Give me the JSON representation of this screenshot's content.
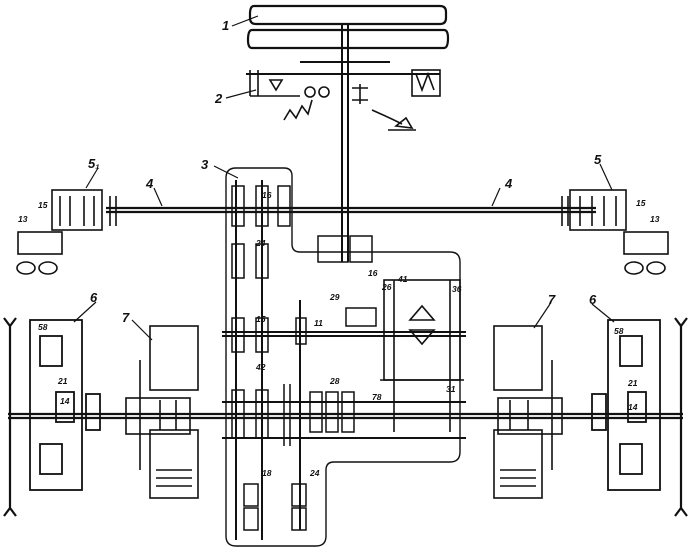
{
  "diagram": {
    "colors": {
      "ink": "#111111",
      "paper": "#ffffff"
    },
    "callouts": [
      "1",
      "2",
      "3",
      "4",
      "4",
      "5₁",
      "5",
      "6",
      "6",
      "7",
      "7"
    ],
    "numbers": [
      "15",
      "13",
      "15",
      "13",
      "16",
      "24",
      "29",
      "16",
      "26",
      "41",
      "36",
      "58",
      "21",
      "14",
      "15",
      "11",
      "42",
      "28",
      "78",
      "31",
      "18",
      "24",
      "58",
      "21",
      "14"
    ]
  }
}
